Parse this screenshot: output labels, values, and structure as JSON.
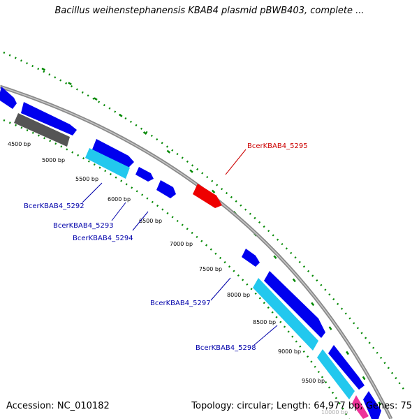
{
  "title": "Bacillus weihenstephanensis KBAB4 plasmid pBWB403, complete ...",
  "footer": {
    "accession": "Accession: NC_010182",
    "stats": "Topology: circular; Length: 64,977 bp; Genes: 75"
  },
  "colors": {
    "backbone": "#8a8a8a",
    "forward_gene": "#0000ee",
    "reverse_gene": "#22c8ee",
    "highlight_gene": "#ee0000",
    "gray_feature": "#555555",
    "pink_feature": "#ee3399",
    "gc_dots": "#008800",
    "label_blue": "#0000aa",
    "label_red": "#cc0000"
  },
  "ticks": [
    "4500 bp",
    "5000 bp",
    "5500 bp",
    "6000 bp",
    "6500 bp",
    "7000 bp",
    "7500 bp",
    "8000 bp",
    "8500 bp",
    "9000 bp",
    "9500 bp",
    "10000 bp"
  ],
  "gene_labels": [
    {
      "id": "g5292",
      "text": "BcerKBAB4_5292",
      "color": "blue"
    },
    {
      "id": "g5293",
      "text": "BcerKBAB4_5293",
      "color": "blue"
    },
    {
      "id": "g5294",
      "text": "BcerKBAB4_5294",
      "color": "blue"
    },
    {
      "id": "g5295",
      "text": "BcerKBAB4_5295",
      "color": "red"
    },
    {
      "id": "g5297",
      "text": "BcerKBAB4_5297",
      "color": "blue"
    },
    {
      "id": "g5298",
      "text": "BcerKBAB4_5298",
      "color": "blue"
    }
  ]
}
